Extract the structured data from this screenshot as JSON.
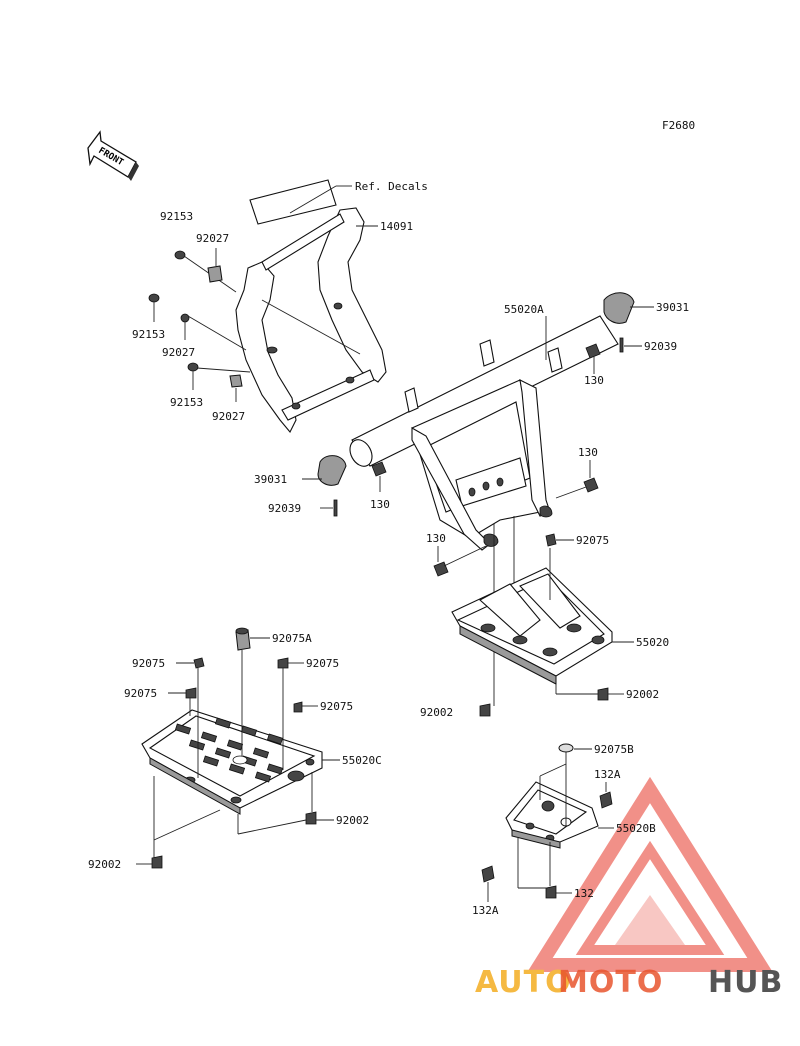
{
  "diagram": {
    "code": "F2680",
    "front_label": "FRONT",
    "ref_label": "Ref. Decals",
    "callouts": [
      {
        "id": "c-14091",
        "text": "14091"
      },
      {
        "id": "c-92153-a",
        "text": "92153"
      },
      {
        "id": "c-92027-a",
        "text": "92027"
      },
      {
        "id": "c-92153-b",
        "text": "92153"
      },
      {
        "id": "c-92027-b",
        "text": "92027"
      },
      {
        "id": "c-92153-c",
        "text": "92153"
      },
      {
        "id": "c-92027-c",
        "text": "92027"
      },
      {
        "id": "c-55020A",
        "text": "55020A"
      },
      {
        "id": "c-39031-a",
        "text": "39031"
      },
      {
        "id": "c-92039-a",
        "text": "92039"
      },
      {
        "id": "c-130-a",
        "text": "130"
      },
      {
        "id": "c-39031-b",
        "text": "39031"
      },
      {
        "id": "c-92039-b",
        "text": "92039"
      },
      {
        "id": "c-130-b",
        "text": "130"
      },
      {
        "id": "c-130-c",
        "text": "130"
      },
      {
        "id": "c-130-d",
        "text": "130"
      },
      {
        "id": "c-92075-a",
        "text": "92075"
      },
      {
        "id": "c-55020",
        "text": "55020"
      },
      {
        "id": "c-92002-a",
        "text": "92002"
      },
      {
        "id": "c-92002-b",
        "text": "92002"
      },
      {
        "id": "c-92075A",
        "text": "92075A"
      },
      {
        "id": "c-92075-b",
        "text": "92075"
      },
      {
        "id": "c-92075-c",
        "text": "92075"
      },
      {
        "id": "c-92075-d",
        "text": "92075"
      },
      {
        "id": "c-92075-e",
        "text": "92075"
      },
      {
        "id": "c-55020C",
        "text": "55020C"
      },
      {
        "id": "c-92002-c",
        "text": "92002"
      },
      {
        "id": "c-92002-d",
        "text": "92002"
      },
      {
        "id": "c-92075B",
        "text": "92075B"
      },
      {
        "id": "c-132A-a",
        "text": "132A"
      },
      {
        "id": "c-55020B",
        "text": "55020B"
      },
      {
        "id": "c-132",
        "text": "132"
      },
      {
        "id": "c-132A-b",
        "text": "132A"
      }
    ]
  },
  "watermark": {
    "part1": "AUTO",
    "part2": "MOTO",
    "part3": "HUB",
    "color1": "#f5b942",
    "color2": "#e8552e",
    "color3": "#555555",
    "triangle_color": "#e8473a"
  }
}
